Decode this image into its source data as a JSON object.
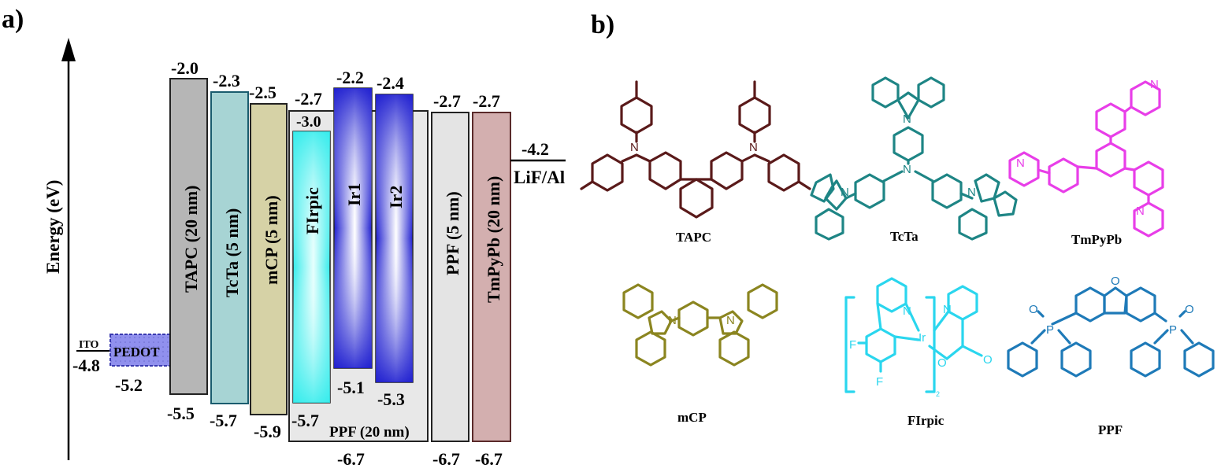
{
  "panels": {
    "a": "a)",
    "b": "b)"
  },
  "axis": {
    "label": "Energy (eV)"
  },
  "ito": {
    "label": "ITO",
    "value": "-4.8"
  },
  "pedot": {
    "label": "PEDOT",
    "value": "-5.2"
  },
  "layers": {
    "tapc": {
      "label": "TAPC (20 nm)",
      "top": "-2.0",
      "bottom": "-5.5",
      "color": "#b8b8b8"
    },
    "tcta": {
      "label": "TcTa  (5 nm)",
      "top": "-2.3",
      "bottom": "-5.7",
      "color": "#a8d4d4"
    },
    "mcp": {
      "label": "mCP  (5 nm)",
      "top": "-2.5",
      "bottom": "-5.9",
      "color": "#d6d2a6"
    },
    "ppfhost": {
      "label": "PPF (20 nm)",
      "top": "-2.7",
      "bottom": "-6.7",
      "color": "#e6e6e6"
    },
    "firpic": {
      "label": "FIrpic",
      "top": "-3.0",
      "bottom": "-5.7",
      "color": "#3ff0f0"
    },
    "ir1": {
      "label": "Ir1",
      "top": "-2.2",
      "bottom": "-5.1",
      "color": "#2a2ad8"
    },
    "ir2": {
      "label": "Ir2",
      "top": "-2.4",
      "bottom": "-5.3",
      "color": "#2a2ad8"
    },
    "ppf": {
      "label": "PPF (5 nm)",
      "top": "-2.7",
      "bottom": "-6.7",
      "color": "#e4e4e4"
    },
    "tmpypb": {
      "label": "TmPyPb (20 nm)",
      "top": "-2.7",
      "bottom": "-6.7",
      "color": "#d4b0b0"
    }
  },
  "cathode": {
    "label": "LiF/Al",
    "value": "-4.2"
  },
  "molecules": {
    "tapc": "TAPC",
    "tcta": "TcTa",
    "tmpypb": "TmPyPb",
    "mcp": "mCP",
    "firpic": "FIrpic",
    "ppf": "PPF"
  },
  "atoms": {
    "n": "N",
    "f": "F",
    "o": "O",
    "p": "P",
    "ir": "Ir",
    "sub2": "2"
  },
  "colors": {
    "tapc": "#5a1a1a",
    "tcta": "#1e8585",
    "tmpypb": "#e83ee8",
    "mcp": "#8b8520",
    "firpic": "#2ad6ee",
    "ppf": "#1e7ab8"
  }
}
